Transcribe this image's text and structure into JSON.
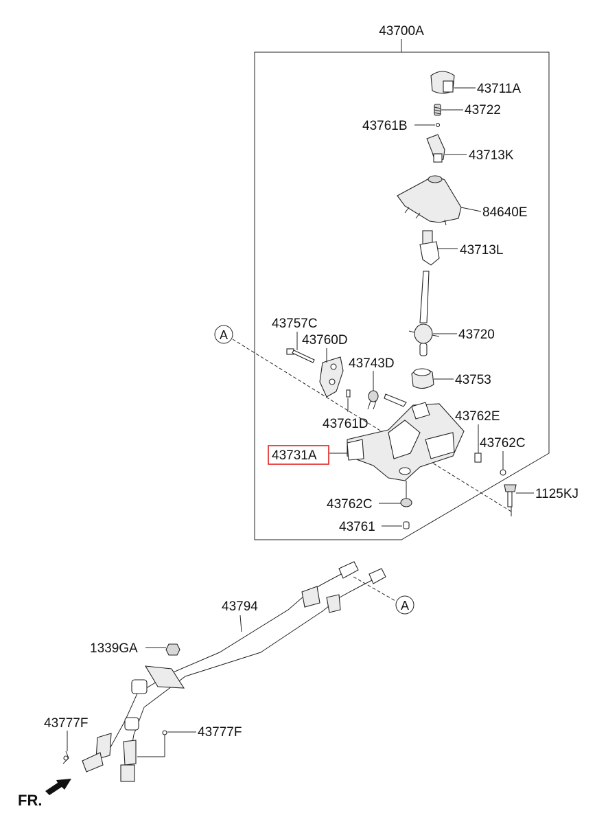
{
  "assembly": {
    "label": "43700A"
  },
  "parts": {
    "knob": "43711A",
    "spring": "43722",
    "pin_b": "43761B",
    "lever_upper": "43713K",
    "boot": "84640E",
    "lever_lower": "43713L",
    "lever_assy": "43720",
    "bushing": "43753",
    "bolt_c": "43757C",
    "bracket_d": "43760D",
    "spring_d": "43743D",
    "pin_d": "43761D",
    "base": "43731A",
    "pin_e": "43762E",
    "clip_c_right": "43762C",
    "bolt_kj": "1125KJ",
    "clip_c_bottom": "43762C",
    "pin": "43761",
    "cable": "43794",
    "nut": "1339GA",
    "clip_f_left": "43777F",
    "clip_f_right": "43777F"
  },
  "callouts": {
    "upper": "A",
    "lower": "A"
  },
  "direction": {
    "label": "FR."
  },
  "highlight": {
    "part": "43731A",
    "color": "#e02020"
  }
}
